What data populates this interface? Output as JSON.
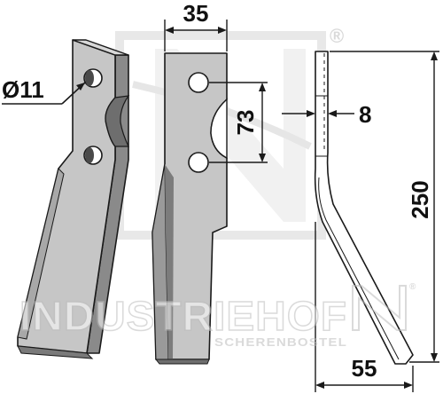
{
  "dimensions": {
    "hole_diameter": "Ø11",
    "width_top": "35",
    "hole_spacing": "73",
    "thickness": "8",
    "length": "250",
    "offset_width": "55"
  },
  "watermark": {
    "brand": "INDUSTRIEHOF",
    "location": "SCHERENBOSTEL",
    "registered": "®"
  },
  "colors": {
    "blade_face": "#c6c6c6",
    "blade_edge": "#8a8a8a",
    "blade_dark": "#6e6e6e",
    "outline": "#1a1a1a",
    "watermark": "#dedede"
  }
}
